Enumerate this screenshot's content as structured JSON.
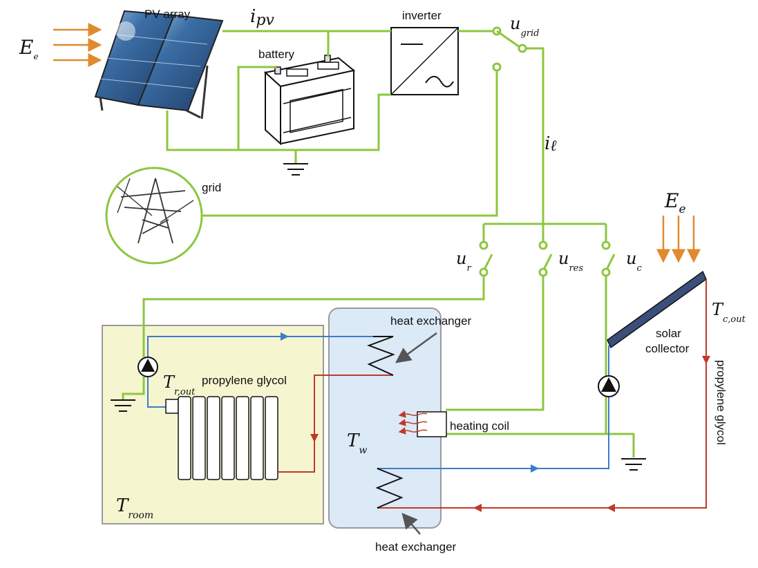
{
  "labels": {
    "pv_array": "PV array",
    "battery": "battery",
    "inverter": "inverter",
    "grid": "grid",
    "solar_collector_1": "solar",
    "solar_collector_2": "collector",
    "heat_exchanger_top": "heat exchanger",
    "heat_exchanger_bottom": "heat exchanger",
    "heating_coil": "heating coil",
    "propylene_glycol_room": "propylene glycol",
    "propylene_glycol_collector": "propylene glycol"
  },
  "symbols": {
    "E_left": {
      "main": "E",
      "sub": "e"
    },
    "E_right": {
      "main": "E",
      "sub": "e"
    },
    "i_pv": {
      "main": "i",
      "sub": "pv"
    },
    "u_grid": {
      "main": "u",
      "sub": "grid"
    },
    "i_l": {
      "main": "i",
      "sub": "ℓ"
    },
    "u_r": {
      "main": "u",
      "sub": "r"
    },
    "u_res": {
      "main": "u",
      "sub": "res"
    },
    "u_c": {
      "main": "u",
      "sub": "c"
    },
    "T_c_out": {
      "main": "T",
      "sub": "c,out"
    },
    "T_r_out": {
      "main": "T",
      "sub": "r,out"
    },
    "T_w": {
      "main": "T",
      "sub": "w"
    },
    "T_room": {
      "main": "T",
      "sub": "room"
    }
  },
  "colors": {
    "wire": "#8dc63f",
    "cold_pipe": "#3d7cc9",
    "hot_pipe": "#c0392b",
    "sun_rays": "#e08a2e",
    "room_fill": "#f5f5d0",
    "tank_fill": "#dce9f7"
  }
}
